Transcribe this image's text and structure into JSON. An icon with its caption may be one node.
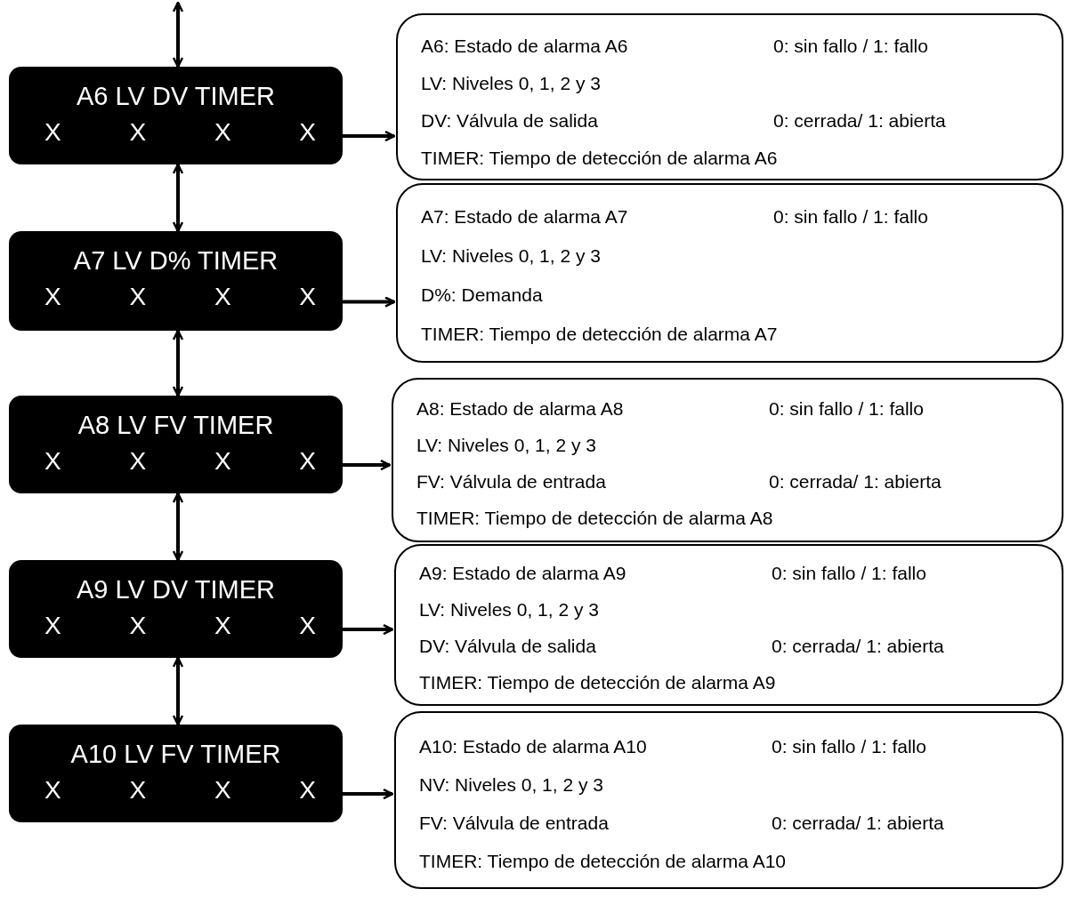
{
  "diagram": {
    "nodes": [
      {
        "text": [
          "A6 LV DV TIMER",
          "X",
          "X",
          "X",
          "X"
        ]
      },
      {
        "text": [
          "A6: Estado de alarma A6",
          "0: sin fallo / 1: fallo",
          "LV: Niveles 0, 1, 2 y 3",
          "DV: Válvula de salida",
          "0: cerrada/ 1: abierta",
          "TIMER: Tiempo de detección de alarma A6"
        ]
      },
      {
        "text": [
          "A7 LV D% TIMER",
          "X",
          "X",
          "X",
          "X"
        ]
      },
      {
        "text": [
          "A7: Estado de alarma A7",
          "0: sin fallo / 1: fallo",
          "LV: Niveles 0, 1, 2 y 3",
          "D%: Demanda",
          "TIMER: Tiempo de detección de alarma A7"
        ]
      },
      {
        "text": [
          "A8 LV FV TIMER",
          "X",
          "X",
          "X",
          "X"
        ]
      },
      {
        "text": [
          "A8: Estado de alarma A8",
          "0: sin fallo / 1: fallo",
          "LV: Niveles 0, 1, 2 y 3",
          "FV: Válvula de entrada",
          "0: cerrada/ 1: abierta",
          "TIMER: Tiempo de detección de alarma A8"
        ]
      },
      {
        "text": [
          "A9 LV DV TIMER",
          "X",
          "X",
          "X",
          "X"
        ]
      },
      {
        "text": [
          "A9: Estado de alarma A9",
          "0: sin fallo / 1: fallo",
          "LV: Niveles 0, 1, 2 y 3",
          "DV: Válvula de salida",
          "0: cerrada/ 1: abierta",
          "TIMER: Tiempo de detección de alarma A9"
        ]
      },
      {
        "text": [
          "A10 LV FV TIMER",
          "X",
          "X",
          "X",
          "X"
        ]
      },
      {
        "text": [
          "A10: Estado de alarma A10",
          "0: sin fallo / 1: fallo",
          "NV: Niveles 0, 1, 2 y 3",
          "FV: Válvula de entrada",
          "0: cerrada/ 1: abierta",
          "TIMER: Tiempo de detección de alarma A10"
        ]
      }
    ],
    "edges": [
      {
        "from": null,
        "to": 0,
        "arrow": "both"
      },
      {
        "from": 0,
        "to": 2,
        "arrow": "both"
      },
      {
        "from": 2,
        "to": 4,
        "arrow": "both"
      },
      {
        "from": 4,
        "to": 6,
        "arrow": "both"
      },
      {
        "from": 6,
        "to": 8,
        "arrow": "both"
      },
      {
        "from": 0,
        "to": 1,
        "arrow": "to"
      },
      {
        "from": 2,
        "to": 3,
        "arrow": "to"
      },
      {
        "from": 4,
        "to": 5,
        "arrow": "to"
      },
      {
        "from": 6,
        "to": 7,
        "arrow": "to"
      },
      {
        "from": 8,
        "to": 9,
        "arrow": "to"
      }
    ]
  }
}
